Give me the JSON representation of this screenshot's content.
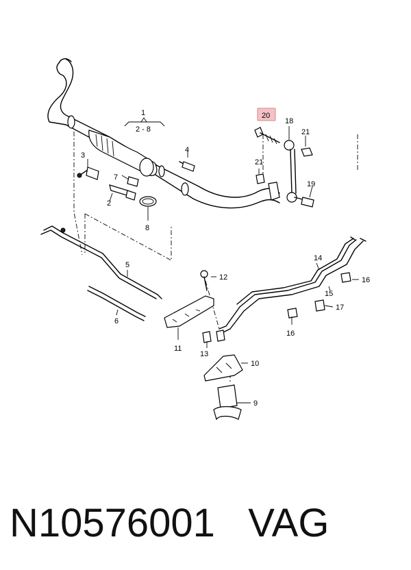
{
  "highlight_color": "#f4c2c6",
  "highlight_border": "#d9868c",
  "labels": {
    "l1": "1",
    "l1range": "2 - 8",
    "l2": "2",
    "l3": "3",
    "l4": "4",
    "l5": "5",
    "l6": "6",
    "l7": "7",
    "l8": "8",
    "l9": "9",
    "l10": "10",
    "l11": "11",
    "l12": "12",
    "l13": "13",
    "l14": "14",
    "l15": "15",
    "l16a": "16",
    "l16b": "16",
    "l17": "17",
    "l18": "18",
    "l19": "19",
    "l20": "20",
    "l21a": "21",
    "l21b": "21"
  },
  "caption": {
    "part_number": "N10576001",
    "brand": "VAG"
  }
}
